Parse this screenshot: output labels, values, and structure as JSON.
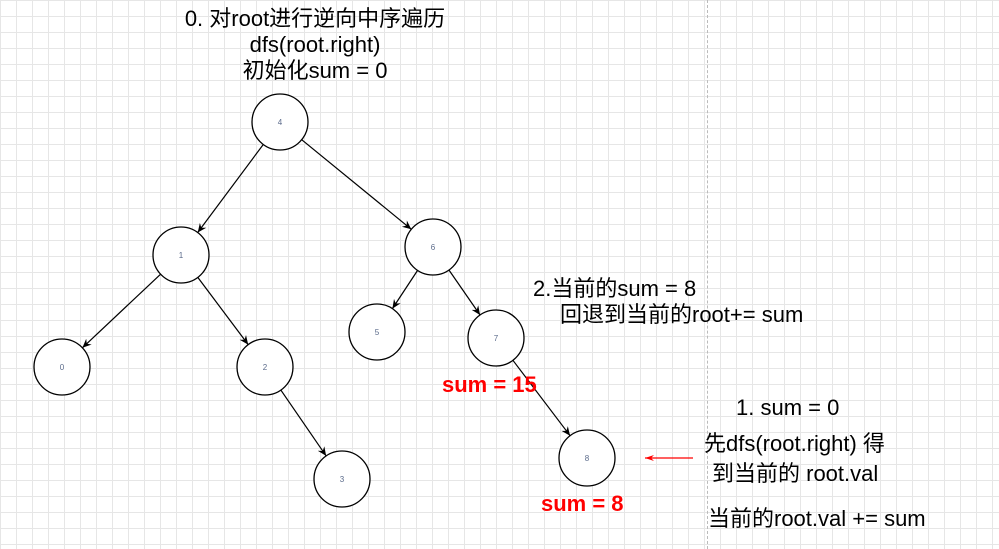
{
  "title_lines": [
    "0. 对root进行逆向中序遍历",
    "dfs(root.right)",
    "初始化sum = 0"
  ],
  "step2_lines": [
    "2.当前的sum = 8",
    "回退到当前的root+= sum"
  ],
  "step1_lines": [
    "1. sum = 0",
    "先dfs(root.right) 得",
    "到当前的 root.val",
    "当前的root.val += sum"
  ],
  "sum_labels": {
    "node7": "sum = 15",
    "node8": "sum = 8"
  },
  "tree": {
    "nodes": [
      {
        "id": "4",
        "label": "4"
      },
      {
        "id": "1",
        "label": "1"
      },
      {
        "id": "6",
        "label": "6"
      },
      {
        "id": "0",
        "label": "0"
      },
      {
        "id": "2",
        "label": "2"
      },
      {
        "id": "5",
        "label": "5"
      },
      {
        "id": "7",
        "label": "7"
      },
      {
        "id": "3",
        "label": "3"
      },
      {
        "id": "8",
        "label": "8"
      }
    ],
    "edges": [
      [
        "4",
        "1"
      ],
      [
        "4",
        "6"
      ],
      [
        "1",
        "0"
      ],
      [
        "1",
        "2"
      ],
      [
        "6",
        "5"
      ],
      [
        "6",
        "7"
      ],
      [
        "2",
        "3"
      ],
      [
        "7",
        "8"
      ]
    ]
  },
  "colors": {
    "highlight": "#ff0000",
    "node_text": "#5a6a8a",
    "stroke": "#000000"
  }
}
